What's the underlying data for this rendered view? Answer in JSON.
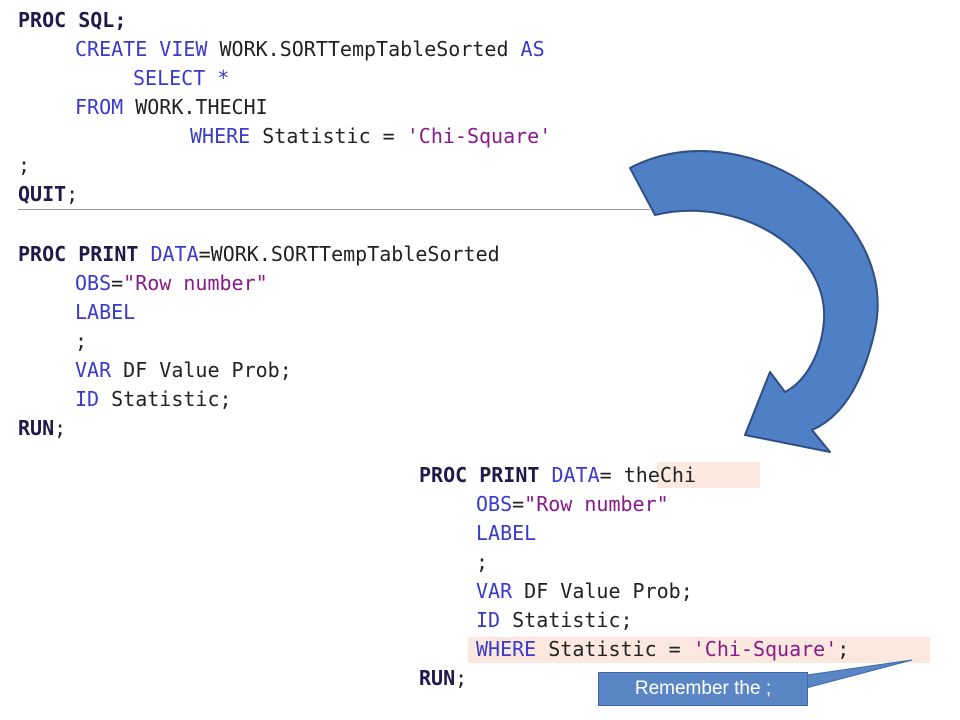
{
  "block1": {
    "l1a": "PROC SQL;",
    "l2a": "CREATE VIEW",
    "l2b": " WORK.SORTTempTableSorted ",
    "l2c": "AS",
    "l3a": "SELECT *",
    "l4a": "FROM",
    "l4b": " WORK.THECHI",
    "l5a": "WHERE",
    "l5b": " Statistic = ",
    "l5c": "'Chi-Square'",
    "l6a": ";",
    "l7a": "QUIT",
    "l7b": ";"
  },
  "block2": {
    "l1a": "PROC PRINT",
    "l1b": " DATA",
    "l1c": "=WORK.SORTTempTableSorted",
    "l2a": "OBS",
    "l2b": "=",
    "l2c": "\"Row number\"",
    "l3a": "LABEL",
    "l4a": ";",
    "l5a": "VAR",
    "l5b": " DF Value Prob;",
    "l6a": "ID",
    "l6b": " Statistic;",
    "l7a": "RUN",
    "l7b": ";"
  },
  "block3": {
    "l1a": "PROC PRINT",
    "l1b": " DATA",
    "l1c": "= ",
    "l1d": "theChi",
    "l2a": "OBS",
    "l2b": "=",
    "l2c": "\"Row number\"",
    "l3a": "LABEL",
    "l4a": ";",
    "l5a": "VAR",
    "l5b": " DF Value Prob;",
    "l6a": "ID",
    "l6b": " Statistic;",
    "l7a": "WHERE",
    "l7b": " Statistic = ",
    "l7c": "'Chi-Square'",
    "l7d": ";",
    "l8a": "RUN",
    "l8b": ";"
  },
  "callout": {
    "text": "Remember the ;"
  },
  "colors": {
    "arrow_fill": "#4f7fc4",
    "arrow_stroke": "#2d4f86",
    "highlight": "#fbe9df",
    "callout_fill": "#5b86c6"
  },
  "icons": {
    "arrow": "curved-arrow-icon"
  }
}
